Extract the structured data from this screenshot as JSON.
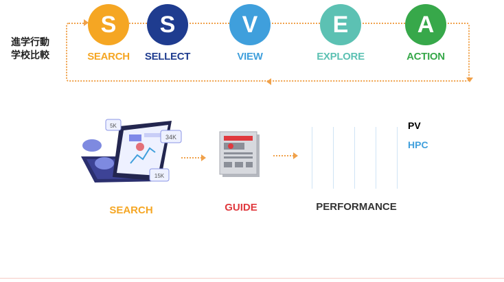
{
  "side_label": {
    "line1": "進学行動",
    "line2": "学校比較"
  },
  "cycle": [
    {
      "letter": "S",
      "label": "SEARCH",
      "circle_color": "#f5a623",
      "label_color": "#f5a623"
    },
    {
      "letter": "S",
      "label": "SELLECT",
      "circle_color": "#1f3c8f",
      "label_color": "#1f3c8f"
    },
    {
      "letter": "V",
      "label": "VIEW",
      "circle_color": "#3f9fdc",
      "label_color": "#3f9fdc"
    },
    {
      "letter": "E",
      "label": "EXPLORE",
      "circle_color": "#5cc1b3",
      "label_color": "#5cc1b3"
    },
    {
      "letter": "A",
      "label": "ACTION",
      "circle_color": "#37a84a",
      "label_color": "#37a84a"
    }
  ],
  "laptop_badges": {
    "badge1": "5K",
    "badge2": "34K",
    "badge3": "15K"
  },
  "flow": [
    {
      "label": "SEARCH",
      "color": "#f5a623"
    },
    {
      "label": "GUIDE",
      "color": "#e0393e"
    },
    {
      "label": "PERFORMANCE",
      "color": "#333333"
    }
  ],
  "legend": [
    {
      "label": "PV",
      "color": "#111111"
    },
    {
      "label": "HPC",
      "color": "#3f9fdc"
    }
  ],
  "colors": {
    "arrow": "#f0a14a",
    "divider": "#f6c9c3"
  }
}
